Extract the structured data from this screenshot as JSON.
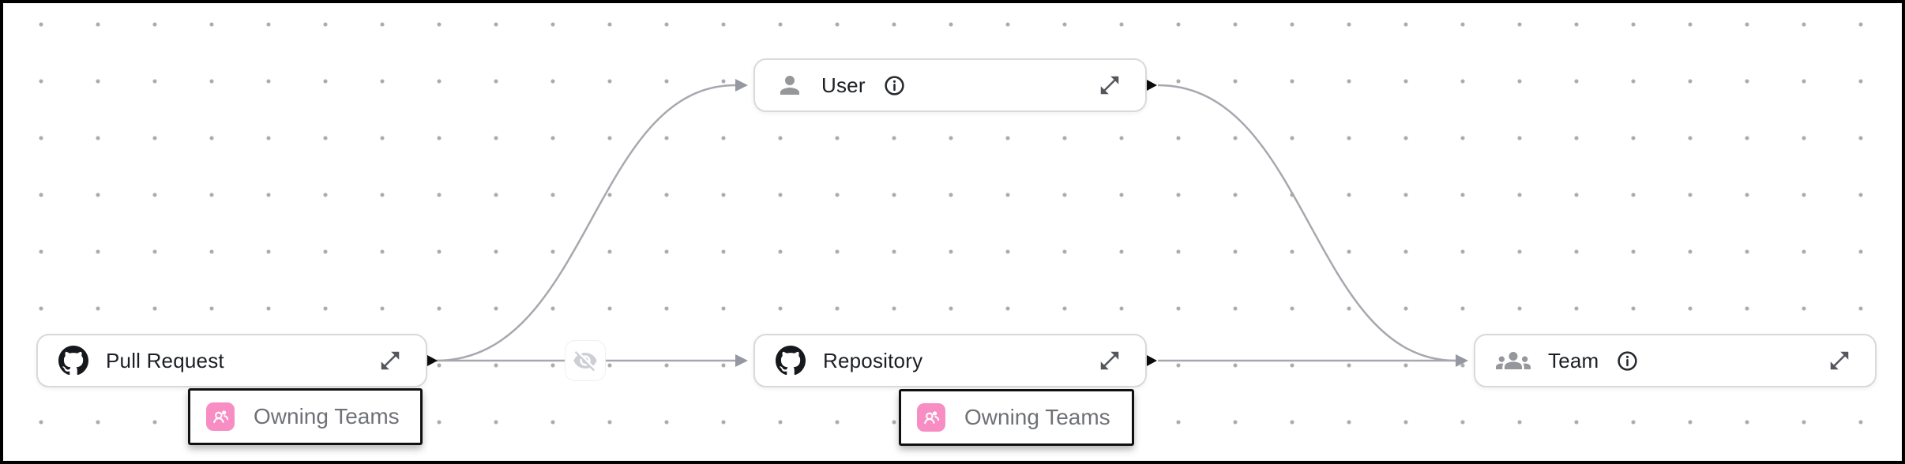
{
  "diagram": {
    "nodes": [
      {
        "id": "pull-request",
        "label": "Pull Request",
        "icon": "github-icon",
        "has_info": false,
        "has_expand": true
      },
      {
        "id": "user",
        "label": "User",
        "icon": "person-icon",
        "has_info": true,
        "has_expand": true
      },
      {
        "id": "repository",
        "label": "Repository",
        "icon": "github-icon",
        "has_info": false,
        "has_expand": true
      },
      {
        "id": "team",
        "label": "Team",
        "icon": "people-icon",
        "has_info": true,
        "has_expand": true
      }
    ],
    "edges": [
      {
        "from": "Pull Request",
        "to": "User",
        "type": "bezier"
      },
      {
        "from": "Pull Request",
        "to": "Repository",
        "type": "straight",
        "midpoint_icon": "eye-off-icon"
      },
      {
        "from": "Repository",
        "to": "Team",
        "type": "straight"
      },
      {
        "from": "User",
        "to": "Team",
        "type": "bezier"
      }
    ],
    "badges": [
      {
        "attached_to": "pull-request",
        "label": "Owning Teams",
        "icon": "team-pink-icon"
      },
      {
        "attached_to": "repository",
        "label": "Owning Teams",
        "icon": "team-pink-icon"
      }
    ],
    "colors": {
      "node_border": "#d8d9dd",
      "node_title": "#1b1e23",
      "edge": "#a7a8af",
      "target_arrow": "#9698a1",
      "source_arrow": "#0c0c0d",
      "grid_dot": "#ababab",
      "frame": "#000000",
      "badge_border": "#111111",
      "badge_text": "#6e7176",
      "badge_icon_bg": "#f78dc3",
      "muted_icon": "#96979b",
      "eye_off": "#cdcfd4"
    }
  }
}
